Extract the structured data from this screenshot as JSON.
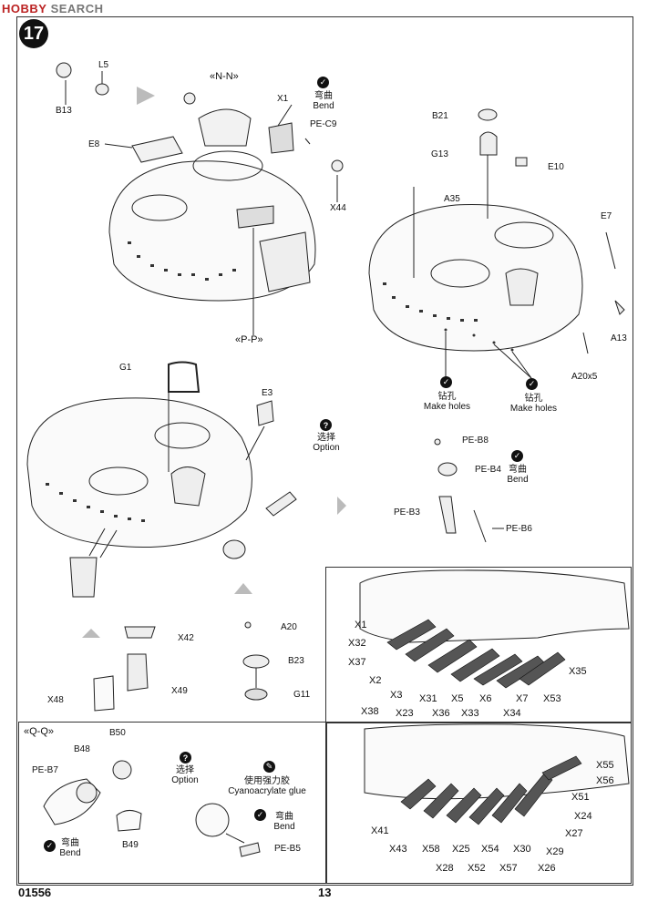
{
  "watermark": {
    "brand": "HOBBY",
    "rest": "SEARCH"
  },
  "step_number": "17",
  "section_labels": {
    "nn": "«N-N»",
    "pp": "«P-P»",
    "qq": "«Q-Q»"
  },
  "badges": {
    "check": "✓",
    "question": "?",
    "glue": "✎"
  },
  "instructions": {
    "bend_cn": "弯曲",
    "bend_en": "Bend",
    "option_cn": "选择",
    "option_en": "Option",
    "holes_cn": "钻孔",
    "holes_en": "Make holes",
    "glue_cn": "使用强力胶",
    "glue_en": "Cyanoacrylate glue"
  },
  "parts": {
    "L5": "L5",
    "B13": "B13",
    "E8": "E8",
    "X1": "X1",
    "PE_C9": "PE-C9",
    "X44": "X44",
    "B21": "B21",
    "G13": "G13",
    "E10": "E10",
    "A35": "A35",
    "E7": "E7",
    "A13": "A13",
    "A20x5": "A20x5",
    "G1": "G1",
    "E3": "E3",
    "PE_B8": "PE-B8",
    "PE_B4": "PE-B4",
    "PE_B3": "PE-B3",
    "PE_B6": "PE-B6",
    "X42": "X42",
    "X48": "X48",
    "X49": "X49",
    "A20": "A20",
    "B23": "B23",
    "G11": "G11",
    "X32": "X32",
    "X37": "X37",
    "X2": "X2",
    "X38": "X38",
    "X3": "X3",
    "X23": "X23",
    "X31": "X31",
    "X36": "X36",
    "X5": "X5",
    "X33": "X33",
    "X6": "X6",
    "X34": "X34",
    "X7": "X7",
    "X53": "X53",
    "X35": "X35",
    "B50": "B50",
    "B48": "B48",
    "PE_B7": "PE-B7",
    "B49": "B49",
    "PE_B5": "PE-B5",
    "X55": "X55",
    "X56": "X56",
    "X51": "X51",
    "X24": "X24",
    "X27": "X27",
    "X29": "X29",
    "X26": "X26",
    "X41": "X41",
    "X43": "X43",
    "X58": "X58",
    "X25": "X25",
    "X54": "X54",
    "X30": "X30",
    "X28": "X28",
    "X52": "X52",
    "X57": "X57"
  },
  "footer": {
    "product_code": "01556",
    "page_number": "13"
  }
}
